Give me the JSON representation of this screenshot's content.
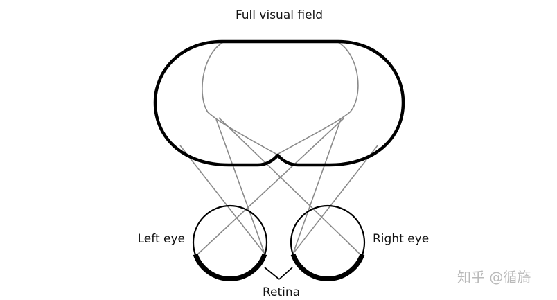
{
  "labels": {
    "title": "Full visual field",
    "left_eye": "Left eye",
    "right_eye": "Right eye",
    "retina": "Retina"
  },
  "watermark": "知乎 @循旖",
  "colors": {
    "outline": "#000000",
    "rays": "#8a8a8a",
    "text": "#111111",
    "watermark": "#b9b9b9"
  }
}
